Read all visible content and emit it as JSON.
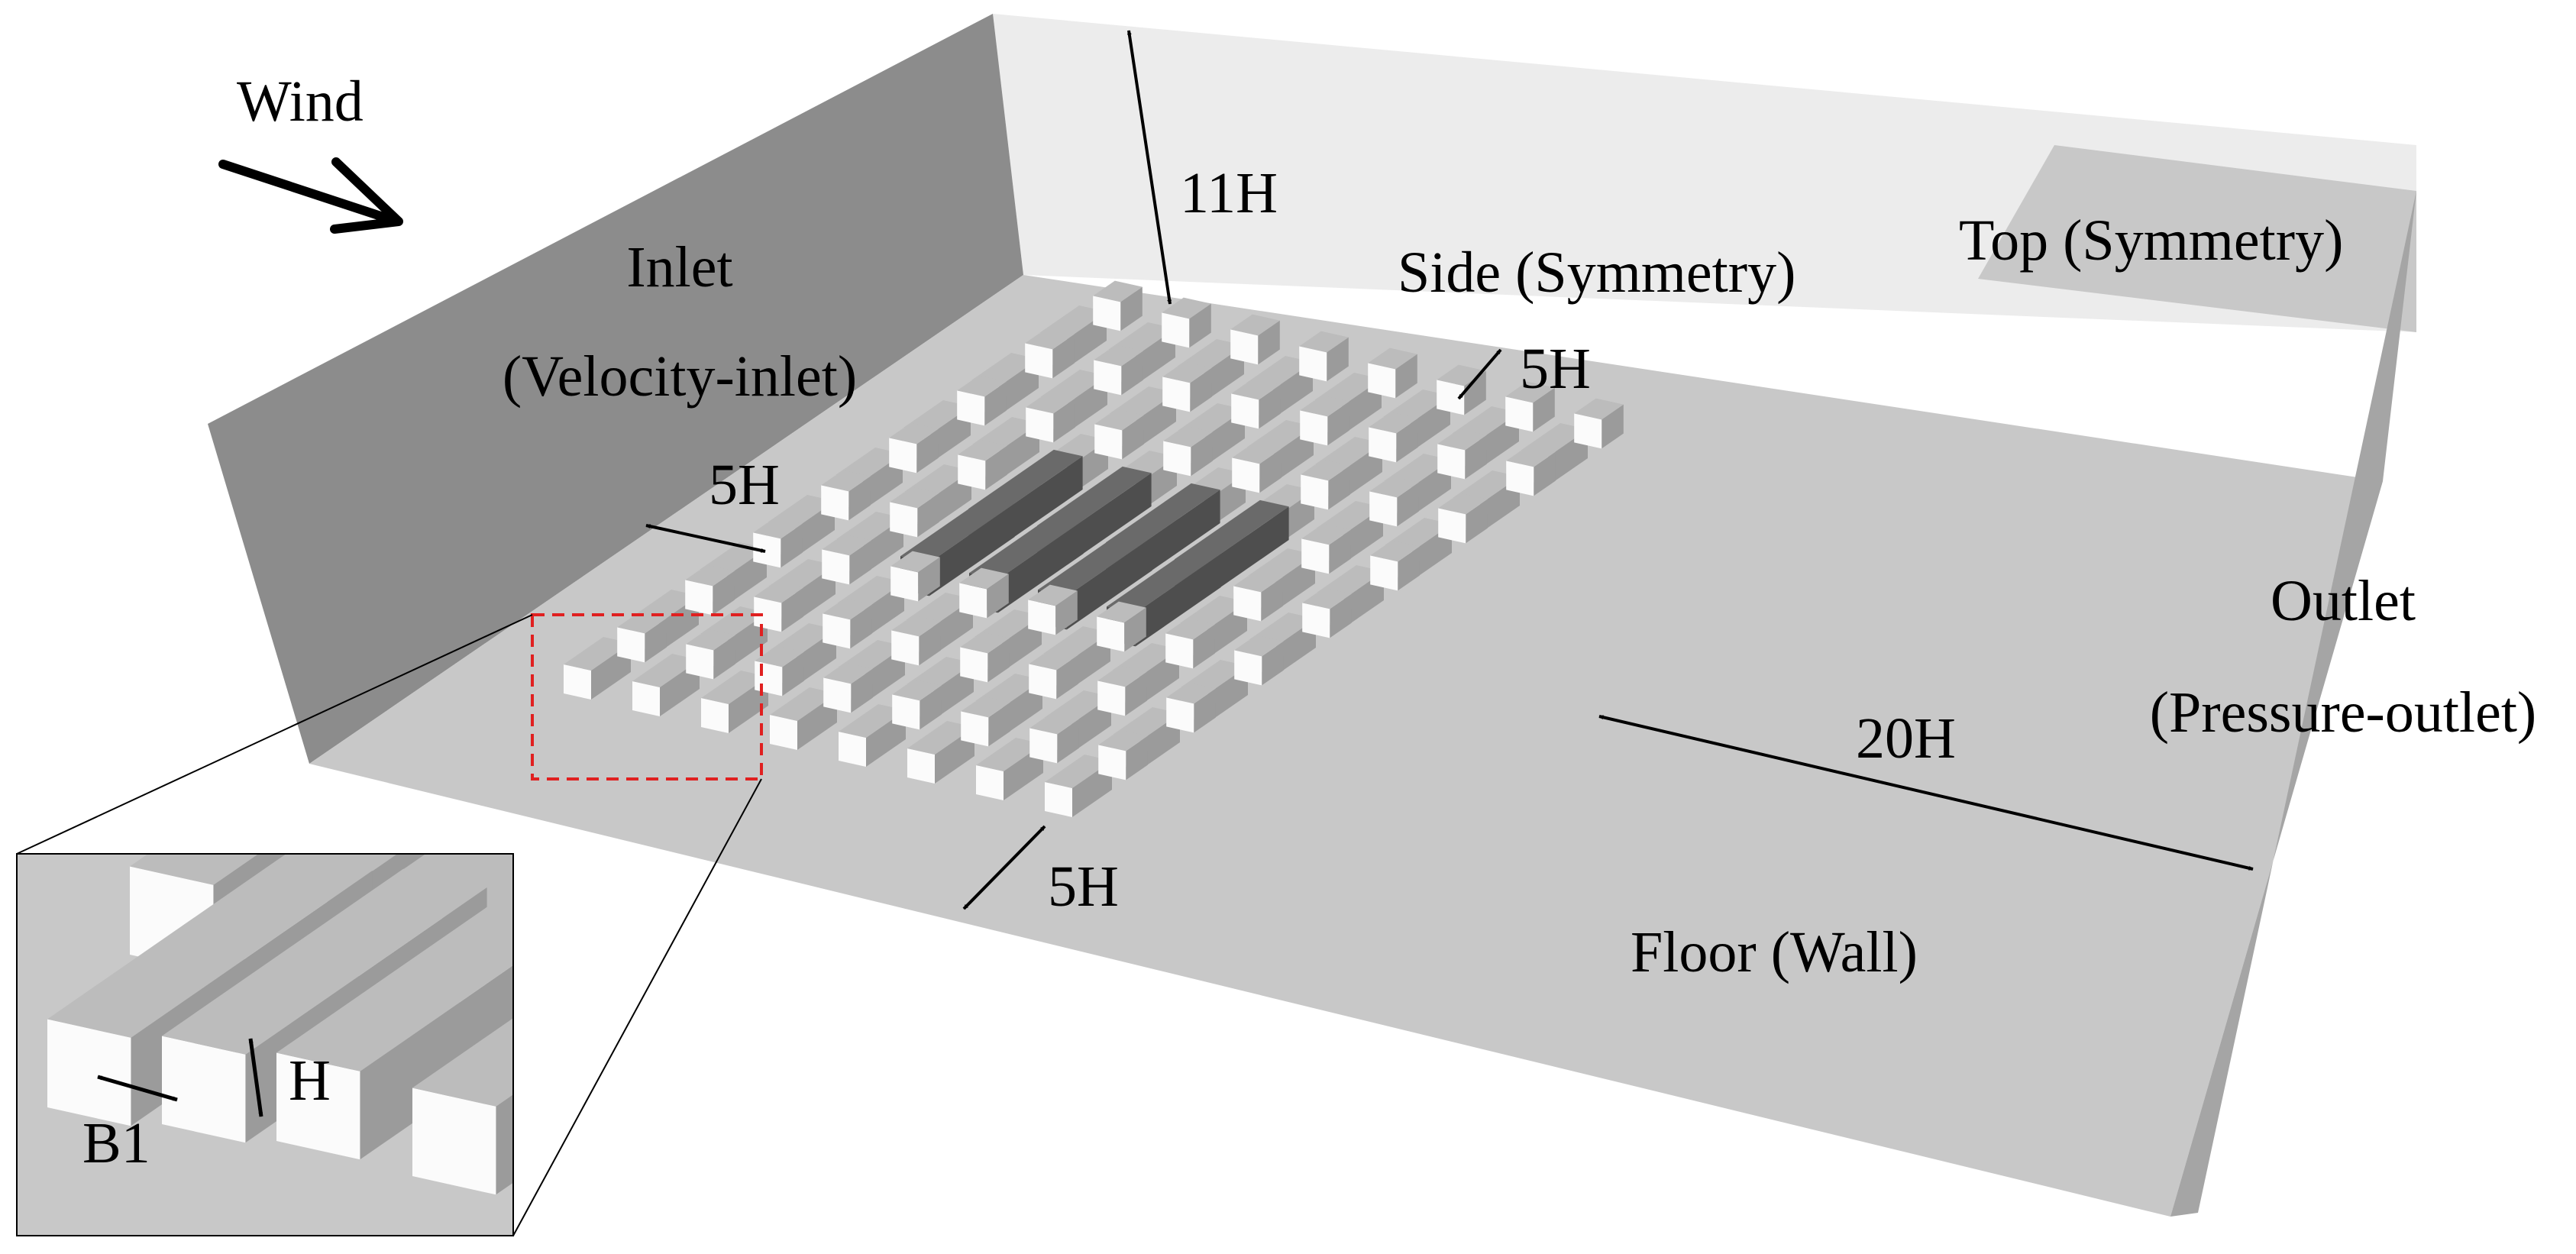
{
  "labels": {
    "wind": "Wind",
    "inlet": "Inlet",
    "inlet_type": "(Velocity-inlet)",
    "height_11h": "11H",
    "side": "Side (Symmetry)",
    "top": "Top (Symmetry)",
    "gap_5h_top": "5H",
    "gap_5h_left": "5H",
    "gap_5h_bottom": "5H",
    "outlet": "Outlet",
    "outlet_type": "(Pressure-outlet)",
    "dist_20h": "20H",
    "floor": "Floor (Wall)",
    "inset_h": "H",
    "inset_b1": "B1"
  },
  "layout": {
    "rows": 8,
    "cols": 8,
    "center_block_count": 8
  },
  "colors": {
    "inlet_wall": "#8c8c8c",
    "back_wall": "#ececec",
    "top_patch": "#c8c8c8",
    "floor": "#c8c8c8",
    "outlet_wall": "#a5a5a5",
    "block_top": "#bcbcbc",
    "block_side": "#9b9b9b",
    "block_front": "#fbfbfb",
    "dark_block_top": "#6a6a6a",
    "dark_block_side": "#4e4e4e",
    "zoom_box": "#e02020"
  }
}
